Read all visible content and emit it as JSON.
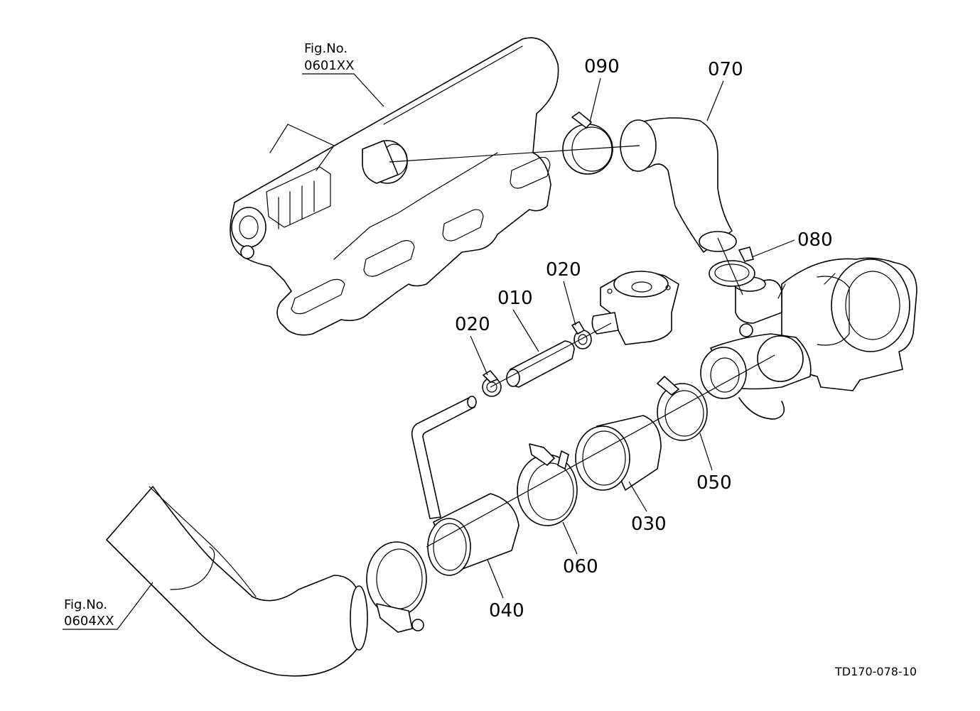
{
  "references": {
    "top": {
      "line1": "Fig.No.",
      "line2": "0601XX"
    },
    "bottom": {
      "line1": "Fig.No.",
      "line2": "0604XX"
    }
  },
  "labels": {
    "p010": "010",
    "p020a": "020",
    "p020b": "020",
    "p030": "030",
    "p040": "040",
    "p050": "050",
    "p060": "060",
    "p070": "070",
    "p080": "080",
    "p090": "090"
  },
  "drawing_code": "TD170-078-10"
}
